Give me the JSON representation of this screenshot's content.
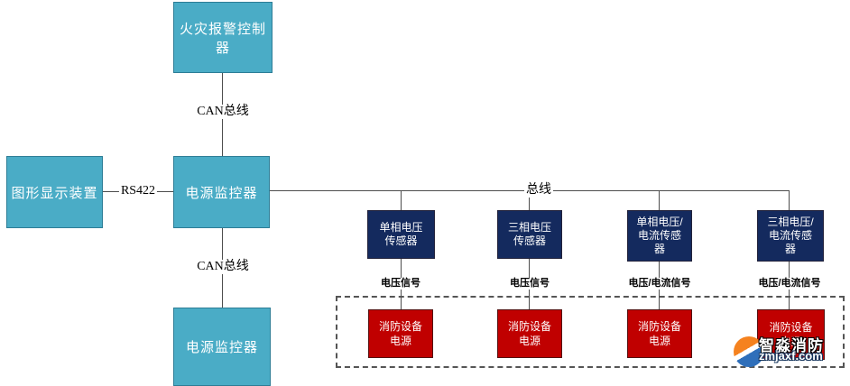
{
  "nodes": {
    "fire_alarm_controller": "火灾报警控制器",
    "graphic_display": "图形显示装置",
    "power_monitor_mid": "电源监控器",
    "power_monitor_bottom": "电源监控器",
    "sensors": [
      {
        "label": "单相电压\n传感器"
      },
      {
        "label": "三相电压\n传感器"
      },
      {
        "label": "单相电压/\n电流传感\n器"
      },
      {
        "label": "三相电压/\n电流传感\n器"
      }
    ],
    "power_supplies": [
      {
        "label": "消防设备\n电源"
      },
      {
        "label": "消防设备\n电源"
      },
      {
        "label": "消防设备\n电源"
      },
      {
        "label": "消防设备\n电源"
      }
    ]
  },
  "edge_labels": {
    "can_bus_top": "CAN总线",
    "rs422": "RS422",
    "can_bus_bottom": "CAN总线",
    "bus": "总线"
  },
  "signal_labels": [
    "电压信号",
    "电压信号",
    "电压/电流信号",
    "电压/电流信号"
  ],
  "watermark": {
    "brand": "智淼消防",
    "site": "zmjaxf.com"
  },
  "colors": {
    "node_teal": "#4aacc6",
    "node_navy": "#142a5e",
    "node_red": "#c00000",
    "connector": "#4d4d4d"
  }
}
